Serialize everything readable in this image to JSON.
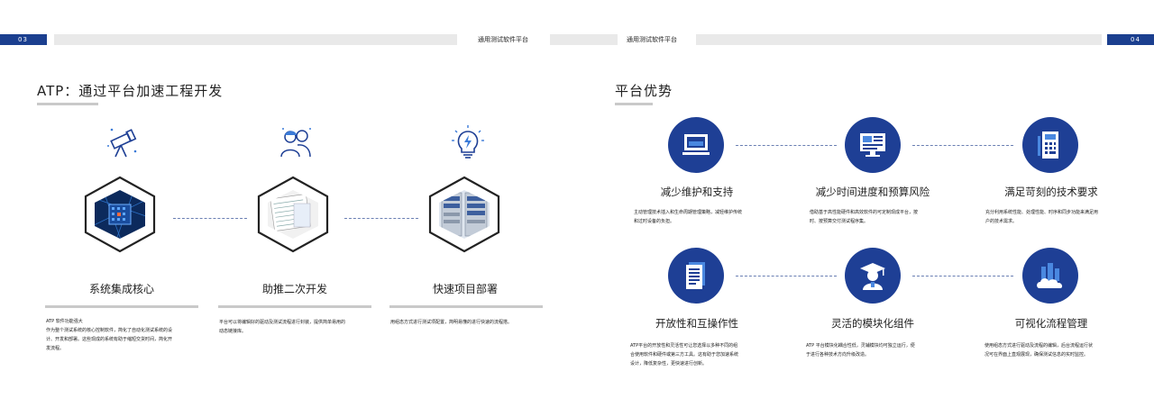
{
  "header": {
    "left_page_number": "03",
    "right_page_number": "04",
    "left_title": "通用测试软件平台",
    "right_title": "通用测试软件平台"
  },
  "left": {
    "section_title": "ATP：通过平台加速工程开发",
    "features": [
      {
        "title": "系统集成核心",
        "body": [
          "ATP 软件功能强大",
          "作为整个测试系统的核心控制软件，简化了自动化测试系统的设",
          "计、开发和部署。这些现成的系统有助于缩短交货时间，简化开",
          "发流程。"
        ],
        "top_icon": "telescope-icon",
        "photo": "circuit-chip-image"
      },
      {
        "title": "助推二次开发",
        "body": [
          "平台可以将编辑好的驱动及测试流程进行封装，提供简单易用的",
          "动态链接库。"
        ],
        "top_icon": "team-users-icon",
        "photo": "software-screenshot-image"
      },
      {
        "title": "快速项目部署",
        "body": [
          "用组态方式进行测试项配置，简明易懂的进行快速的流程搭。"
        ],
        "top_icon": "lightbulb-icon",
        "photo": "test-rack-image"
      }
    ]
  },
  "right": {
    "section_title": "平台优势",
    "advantages": [
      {
        "title": "减少维护和支持",
        "icon": "monitor-icon",
        "body": [
          "主动管理技术插入和生命周期管理策略，减轻维护传统",
          "和过时设备的负担。"
        ]
      },
      {
        "title": "减少时间进度和预算风险",
        "icon": "display-dashboard-icon",
        "body": [
          "借助基于高性能硬件和高效软件的可定制现成平台，按",
          "时、按预算交付测试程序集。"
        ]
      },
      {
        "title": "满足苛刻的技术要求",
        "icon": "calculator-icon",
        "body": [
          "充分利用系统性能、处理性能、时序和同步功能来满足用",
          "户的技术需求。"
        ]
      },
      {
        "title": "开放性和互操作性",
        "icon": "document-list-icon",
        "body": [
          "ATP平台的开放性和灵活性可让您选择以多种不同的组",
          "合使用软件和硬件或第三方工具。这有助于您加速系统",
          "设计，降低复杂性，更快速进行创新。"
        ]
      },
      {
        "title": "灵活的模块化组件",
        "icon": "graduate-icon",
        "body": [
          "ATP 平台模块化耦合性低，灵辅模块均可独立运行，便",
          "于进行各种技术方向升级改造。"
        ]
      },
      {
        "title": "可视化流程管理",
        "icon": "cloud-city-icon",
        "body": [
          "使用组态方式进行驱动及流程的编辑，后台流程运行状",
          "况可在界面上直观展现，确保测试信息的实时监控。"
        ]
      }
    ]
  },
  "colors": {
    "brand_blue": "#1e3f95",
    "gray_bar": "#e9e9e9"
  }
}
